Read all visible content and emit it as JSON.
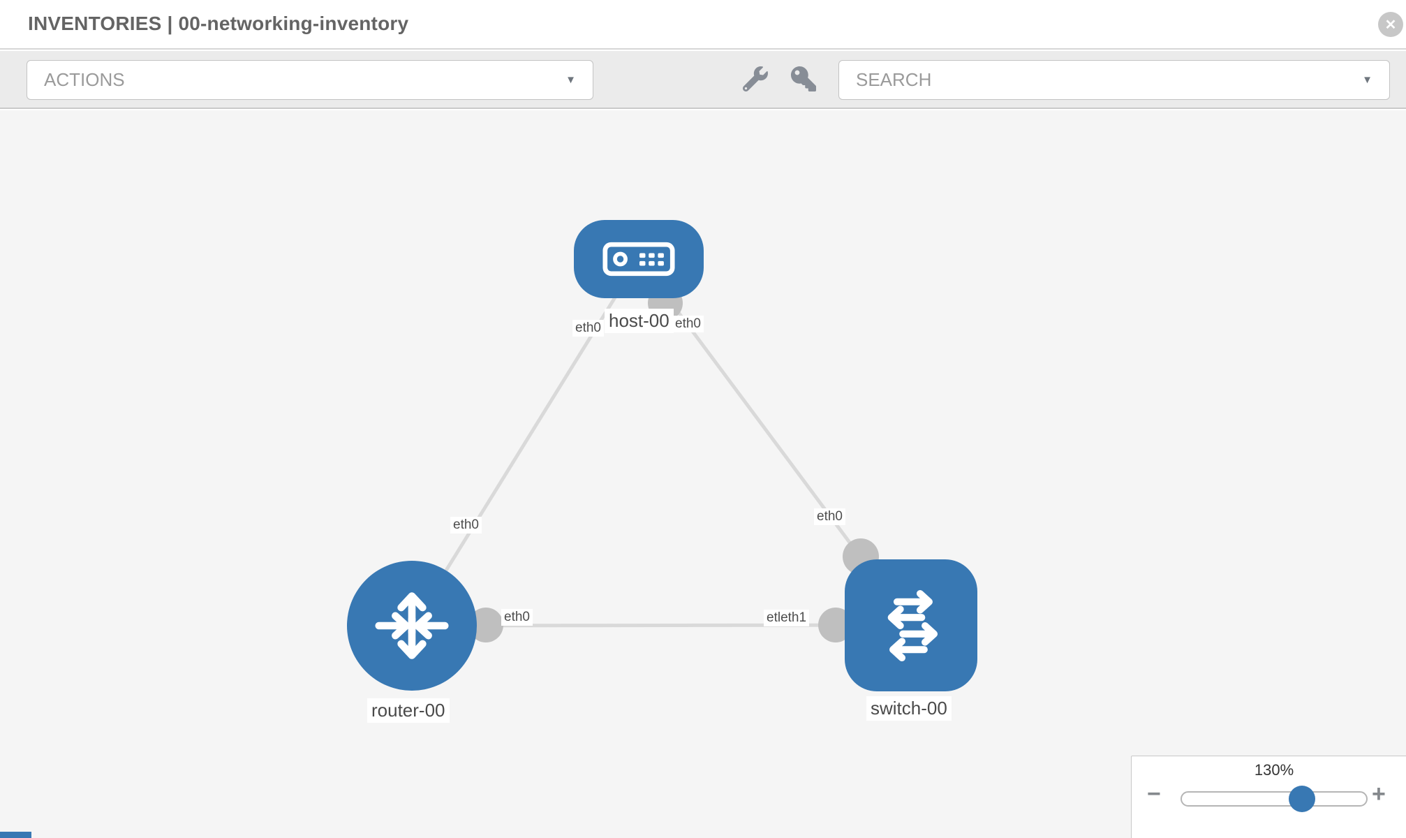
{
  "header": {
    "title": "INVENTORIES | 00-networking-inventory",
    "close_icon": "✕"
  },
  "toolbar": {
    "actions_label": "ACTIONS",
    "search_label": "SEARCH",
    "caret_icon": "▼",
    "icons": [
      "wrench-icon",
      "key-icon"
    ]
  },
  "topology": {
    "nodes": [
      {
        "label": "host-00",
        "type": "host"
      },
      {
        "label": "router-00",
        "type": "router"
      },
      {
        "label": "switch-00",
        "type": "switch"
      }
    ],
    "links": [
      {
        "from": "host-00",
        "to": "router-00"
      },
      {
        "from": "host-00",
        "to": "switch-00"
      },
      {
        "from": "router-00",
        "to": "switch-00"
      }
    ],
    "interface_labels": [
      {
        "text": "eth0",
        "link": "host-00/router-00",
        "end": "host-00"
      },
      {
        "text": "eth0",
        "link": "host-00/switch-00",
        "end": "host-00"
      },
      {
        "text": "eth0",
        "link": "host-00/router-00",
        "end": "router-00"
      },
      {
        "text": "eth0",
        "link": "host-00/switch-00",
        "end": "switch-00"
      },
      {
        "text": "eth0",
        "link": "router-00/switch-00",
        "end": "router-00"
      },
      {
        "text": "etleth1",
        "link": "router-00/switch-00",
        "end": "switch-00"
      }
    ]
  },
  "zoom_control": {
    "level": "130%",
    "minus_icon": "−",
    "plus_icon": "+"
  },
  "colors": {
    "node_blue": "#3878b3",
    "link_gray": "#d9d9d9",
    "port_dot_gray": "#bfbfbf",
    "canvas_bg": "#f5f5f5",
    "toolbar_bg": "#ebebeb"
  }
}
